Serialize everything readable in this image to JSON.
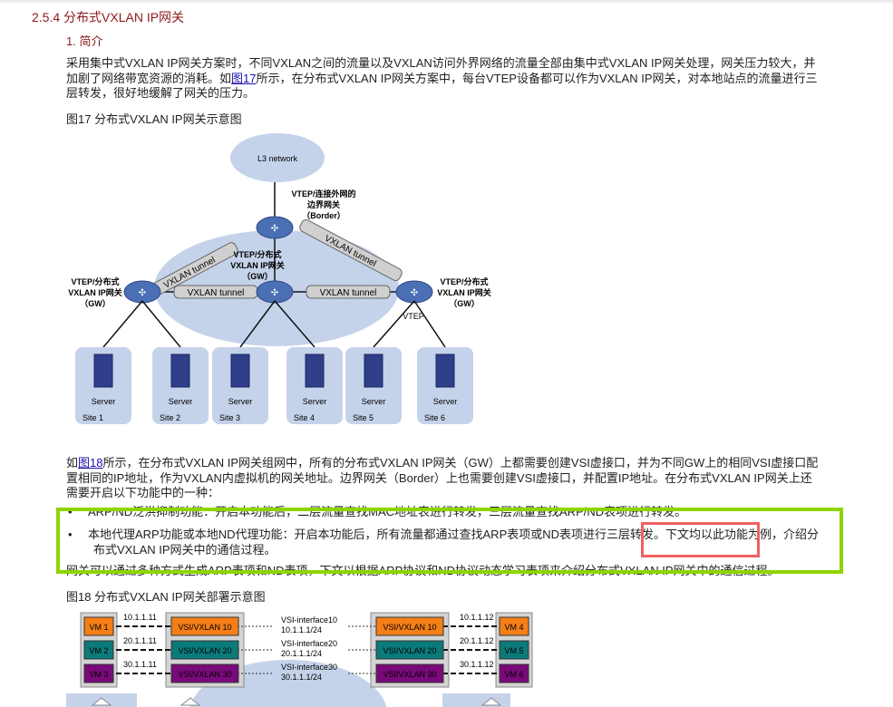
{
  "section_heading": "2.5.4  分布式VXLAN IP网关",
  "subheading": "1. 简介",
  "para1": {
    "line1": "采用集中式VXLAN IP网关方案时，不同VXLAN之间的流量以及VXLAN访问外界网络的流量全部由集中式VXLAN IP网关处理，网关压力较大，并",
    "line2_pre": "加剧了网络带宽资源的消耗。如",
    "line2_link": "图17",
    "line2_post": "所示，在分布式VXLAN IP网关方案中，每台VTEP设备都可以作为VXLAN IP网关，对本地站点的流量进行三",
    "line3": "层转发，很好地缓解了网关的压力。"
  },
  "fig17": {
    "caption": "图17 分布式VXLAN IP网关示意图",
    "l3": "L3 network",
    "border_label": [
      "VTEP/连接外网的",
      "边界网关",
      "（Border）"
    ],
    "gw_label": [
      "VTEP/分布式",
      "VXLAN IP网关",
      "（GW）"
    ],
    "tunnel": "VXLAN tunnel",
    "vtep": "VTEP",
    "server": "Server",
    "sites": [
      "Site 1",
      "Site 2",
      "Site 3",
      "Site 4",
      "Site 5",
      "Site 6"
    ]
  },
  "para2": {
    "line1_pre": "如",
    "line1_link": "图18",
    "line1_post": "所示，在分布式VXLAN IP网关组网中，所有的分布式VXLAN IP网关（GW）上都需要创建VSI虚接口，并为不同GW上的相同VSI虚接口配",
    "line2": "置相同的IP地址，作为VXLAN内虚拟机的网关地址。边界网关（Border）上也需要创建VSI虚接口，并配置IP地址。在分布式VXLAN IP网关上还",
    "line3": "需要开启以下功能中的一种："
  },
  "bullets": [
    {
      "text": "ARP/ND泛洪抑制功能：开启本功能后，二层流量查找MAC地址表进行转发，三层流量查找ARP/ND表项进行转发。"
    },
    {
      "pre": "本地代理ARP功能或本地ND代理功能：开启本功能后，所有流量都通过查找ARP表项或ND表项进行三层转发。",
      "highlight": "下文均以此功能为例，",
      "post": "介绍分",
      "line2": "布式VXLAN IP网关中的通信过程。"
    }
  ],
  "para3": "网关可以通过多种方式生成ARP表项和ND表项，下文以根据ARP协议和ND协议动态学习表项来介绍分布式VXLAN IP网关中的通信过程。",
  "fig18": {
    "caption": "图18 分布式VXLAN IP网关部署示意图",
    "vms_left": [
      "VM 1",
      "VM 2",
      "VM 3"
    ],
    "vms_right": [
      "VM 4",
      "VM 5",
      "VM 6"
    ],
    "vsi": [
      "VSI/VXLAN 10",
      "VSI/VXLAN 20",
      "VSI/VXLAN 30"
    ],
    "ips_left": [
      "10.1.1.11",
      "20.1.1.11",
      "30.1.1.11"
    ],
    "ips_right": [
      "10.1.1.12",
      "20.1.1.12",
      "30.1.1.12"
    ],
    "interfaces": [
      "VSI-interface10",
      "VSI-interface20",
      "VSI-interface30"
    ],
    "gateways": [
      "10.1.1.1/24",
      "20.1.1.1/24",
      "30.1.1.1/24"
    ],
    "colors": [
      "#f57f17",
      "#0b7a7a",
      "#7a0a7a"
    ]
  },
  "colors": {
    "heading": "#8b1a1a",
    "highlight_green": "#8fd400",
    "highlight_red": "#f06060",
    "diagram_fill": "#c5d3ea"
  }
}
